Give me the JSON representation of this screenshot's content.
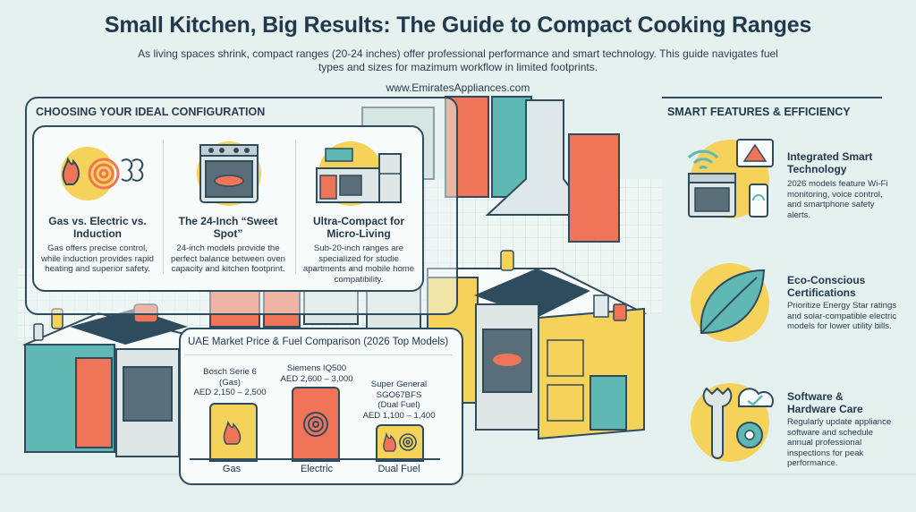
{
  "header": {
    "title": "Small Kitchen, Big Results: The Guide to  Compact Cooking Ranges",
    "subtitle": "As living spaces shrink, compact ranges (20-24 inches) offer professional performance and smart technology. This guide navigates fuel types and sizes for mazimum workflow in limited footprints.",
    "website": "www.EmiratesAppliances.com"
  },
  "config": {
    "heading": "CHOOSING YOUR IDEAL CONFIGURATION",
    "items": [
      {
        "title": "Gas vs. Electric vs. Induction",
        "text": "Gas offers precise control, while induction provides rapid heating and superior safety.",
        "icon": "flame-coil-icon"
      },
      {
        "title": "The 24-Inch “Sweet Spot”",
        "text": "24-inch models provide the perfect balance between oven capacity and kitchen footprint.",
        "icon": "oven-icon"
      },
      {
        "title": "Ultra-Compact for Micro-Living",
        "text": "Sub-20-inch ranges are specialized for studie apartments and mobile home compatibility.",
        "icon": "mini-kitchen-icon"
      }
    ]
  },
  "market": {
    "heading": "UAE Market Price & Fuel Comparison (2026 Top Models)",
    "models": [
      {
        "name": "Bosch Serie 6",
        "fuel_note": "(Gas)",
        "price": "AED 2,150 – 2,500",
        "fuel": "Gas",
        "icon": "flame-icon",
        "color": "#f5d25a"
      },
      {
        "name": "Siemens IQ500",
        "fuel_note": "",
        "price": "AED 2,600 – 3,000",
        "fuel": "Electric",
        "icon": "coil-icon",
        "color": "#f07458"
      },
      {
        "name": "Super General SGO67BFS",
        "fuel_note": "(Dual Fuel)",
        "price": "AED 1,100 – 1,400",
        "fuel": "Dual Fuel",
        "icon": "dual-fuel-icon",
        "color": "#f5d25a"
      }
    ]
  },
  "features": {
    "heading": "SMART FEATURES & EFFICIENCY",
    "items": [
      {
        "title": "Integrated Smart Technology",
        "text": "2026 models feature Wi-Fi monitoring, voice control, and smartphone safety alerts.",
        "icon": "smart-range-icon"
      },
      {
        "title": "Eco-Conscious Certifications",
        "text": "Prioritize Energy Star ratings and solar-compatible electric models for lower utility bills.",
        "icon": "leaf-icon"
      },
      {
        "title": "Software & Hardware Care",
        "text": "Regularly update appliance software and schedule annual professional inspections for peak performance.",
        "icon": "wrench-gear-icon"
      }
    ]
  },
  "colors": {
    "coral": "#f07458",
    "yellow": "#f5d25a",
    "teal": "#5fb8b4",
    "navy": "#2f4b5e",
    "background": "#e4f1ee"
  }
}
